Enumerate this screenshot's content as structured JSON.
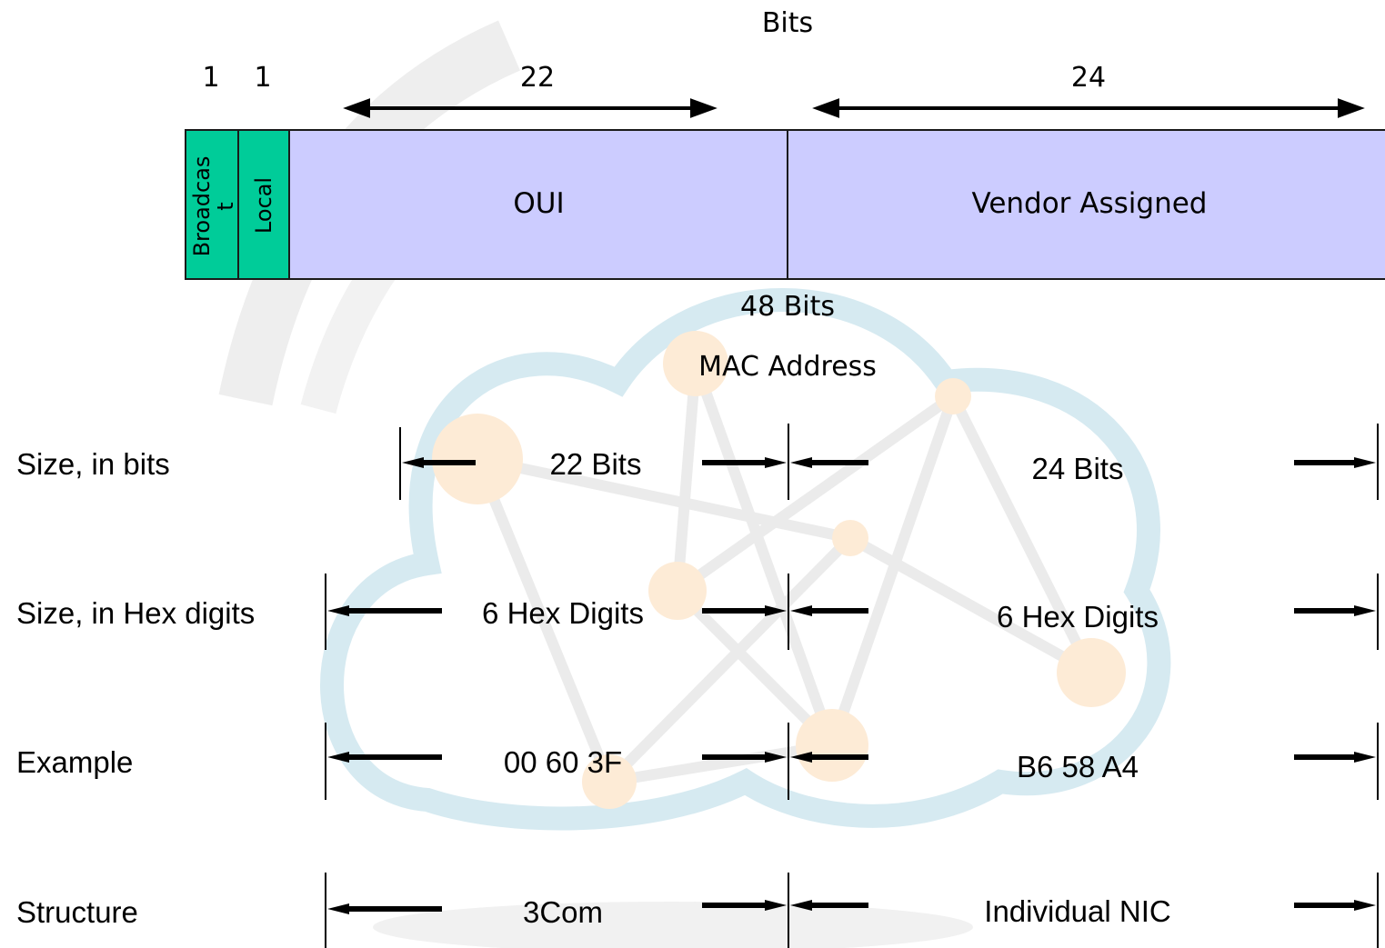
{
  "header": {
    "bits_label": "Bits",
    "widths": [
      "1",
      "1",
      "22",
      "24"
    ]
  },
  "fields": {
    "broadcast": "Broadcas\nt",
    "local": "Local",
    "oui": "OUI",
    "vendor": "Vendor Assigned"
  },
  "captions": {
    "total_bits": "48 Bits",
    "mac_address": "MAC Address"
  },
  "rows": [
    {
      "label": "Size, in bits",
      "left": "22 Bits",
      "right": "24 Bits"
    },
    {
      "label": "Size, in Hex digits",
      "left": "6 Hex Digits",
      "right": "6 Hex Digits"
    },
    {
      "label": "Example",
      "left": "00 60 3F",
      "right": "B6 58 A4"
    },
    {
      "label": "Structure",
      "left": "3Com",
      "right": "Individual NIC"
    }
  ],
  "colors": {
    "flag_fields": "#00cc99",
    "main_fields": "#ccccff",
    "watermark_blue": "#cfe6ee",
    "watermark_orange": "#fde9d3"
  }
}
